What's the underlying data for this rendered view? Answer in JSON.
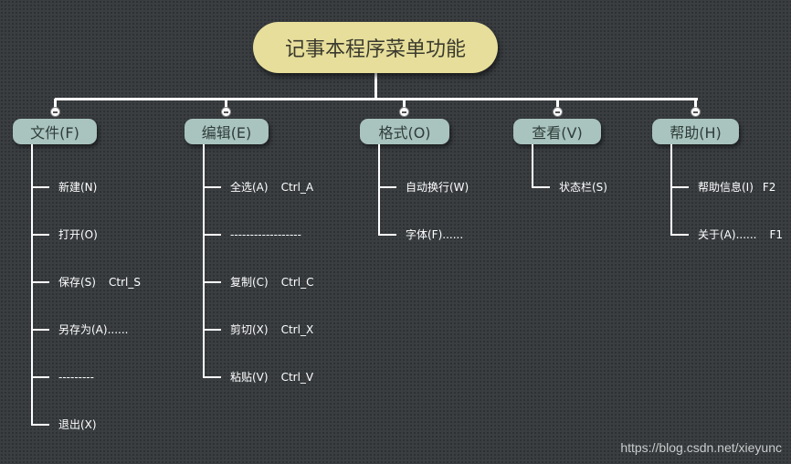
{
  "root": {
    "title": "记事本程序菜单功能"
  },
  "menus": [
    {
      "label": "文件(F)",
      "items": [
        {
          "label": "新建(N)",
          "shortcut": ""
        },
        {
          "label": "打开(O)",
          "shortcut": ""
        },
        {
          "label": "保存(S)",
          "shortcut": "Ctrl_S"
        },
        {
          "label": "另存为(A)......",
          "shortcut": ""
        },
        {
          "label": "---------",
          "shortcut": ""
        },
        {
          "label": "退出(X)",
          "shortcut": ""
        }
      ]
    },
    {
      "label": "编辑(E)",
      "items": [
        {
          "label": "全选(A)",
          "shortcut": "Ctrl_A"
        },
        {
          "label": "------------------",
          "shortcut": ""
        },
        {
          "label": "复制(C)",
          "shortcut": "Ctrl_C"
        },
        {
          "label": "剪切(X)",
          "shortcut": "Ctrl_X"
        },
        {
          "label": "粘贴(V)",
          "shortcut": "Ctrl_V"
        }
      ]
    },
    {
      "label": "格式(O)",
      "items": [
        {
          "label": "自动换行(W)",
          "shortcut": ""
        },
        {
          "label": "字体(F)......",
          "shortcut": ""
        }
      ]
    },
    {
      "label": "查看(V)",
      "items": [
        {
          "label": "状态栏(S)",
          "shortcut": ""
        }
      ]
    },
    {
      "label": "帮助(H)",
      "items": [
        {
          "label": "帮助信息(I)",
          "shortcut": "F2"
        },
        {
          "label": "关于(A)......",
          "shortcut": "F1"
        }
      ]
    }
  ],
  "watermark": "https://blog.csdn.net/xieyunc"
}
